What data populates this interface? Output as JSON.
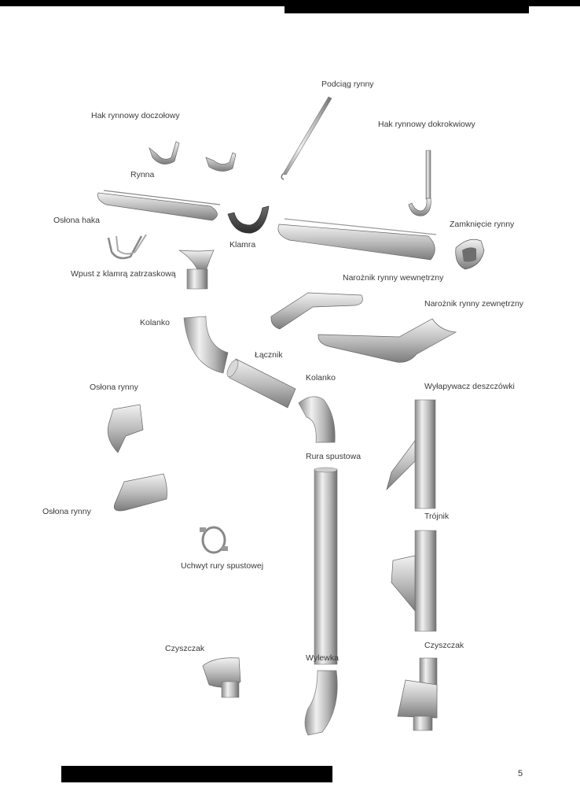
{
  "page_number": "5",
  "labels": {
    "podciag": "Podciąg rynny",
    "hak_doczolowy": "Hak rynnowy doczołowy",
    "hak_dokrokwiowy": "Hak rynnowy dokrokwiowy",
    "rynna": "Rynna",
    "oslona_haka": "Osłona haka",
    "klamra": "Klamra",
    "zamkniecie": "Zamknięcie rynny",
    "wpust": "Wpust z klamrą zatrzaskową",
    "naroznik_wew": "Narożnik rynny wewnętrzny",
    "naroznik_zew": "Narożnik rynny zewnętrzny",
    "kolanko_1": "Kolanko",
    "lacznik": "Łącznik",
    "kolanko_2": "Kolanko",
    "oslona_rynny_1": "Osłona rynny",
    "wylapywacz": "Wyłapywacz deszczówki",
    "rura": "Rura spustowa",
    "oslona_rynny_2": "Osłona rynny",
    "trojnik": "Trójnik",
    "uchwyt": "Uchwyt rury spustowej",
    "czyszczak_1": "Czyszczak",
    "czyszczak_2": "Czyszczak",
    "wylewka": "Wylewka"
  }
}
